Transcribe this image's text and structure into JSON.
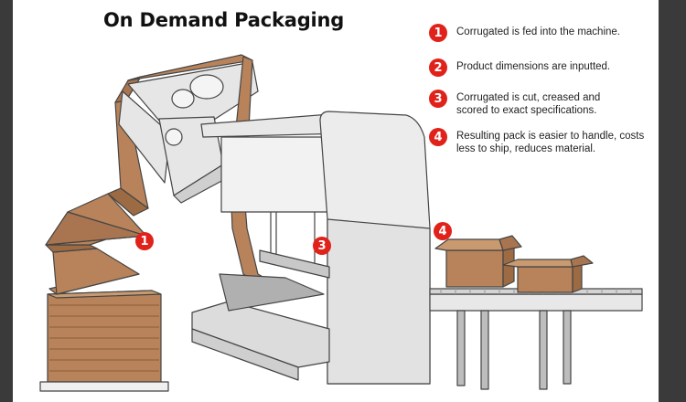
{
  "title": "On Demand Packaging",
  "steps": [
    {
      "number": "1",
      "text": "Corrugated is fed into the machine."
    },
    {
      "number": "2",
      "text": "Product dimensions are inputted."
    },
    {
      "number": "3",
      "text": "Corrugated is cut, creased and scored to exact specifications."
    },
    {
      "number": "4",
      "text": "Resulting pack is easier to handle, costs less to ship, reduces material."
    }
  ],
  "markers": [
    "1",
    "3",
    "4"
  ],
  "colors": {
    "accent": "#e0221b",
    "cardboard": "#b8835a",
    "cardboard_dark": "#8a5c36",
    "machine": "#e4e4e4",
    "outline": "#444444"
  }
}
